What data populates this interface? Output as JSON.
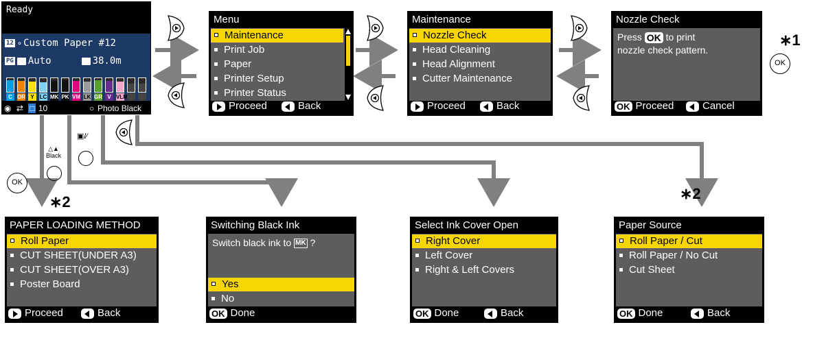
{
  "home": {
    "status": "Ready",
    "media_badge": "12",
    "media_name": "Custom Paper #12",
    "platen_gap_badge": "PG",
    "platen_gap_value": "Auto",
    "remaining_length": "38.0m",
    "ink_labels": [
      "C",
      "OR",
      "Y",
      "LC",
      "MK",
      "PK",
      "VM",
      "LK",
      "GR",
      "V",
      "VLM",
      "",
      ""
    ],
    "ink_colors": [
      "#00a0e9",
      "#f08300",
      "#ffe100",
      "#7fd0f2",
      "#111111",
      "#111111",
      "#e4007f",
      "#9a9a9a",
      "#5aa02c",
      "#6b2c91",
      "#f4a6cb",
      "#444444",
      "#444444"
    ],
    "ink_levels": [
      0.85,
      0.8,
      0.75,
      0.7,
      0.8,
      0.85,
      0.8,
      0.75,
      0.85,
      0.8,
      0.75,
      0.6,
      0.6
    ],
    "footer_count": "10",
    "footer_ink": "Photo Black"
  },
  "screens": {
    "menu": {
      "title": "Menu",
      "items": [
        "Maintenance",
        "Print Job",
        "Paper",
        "Printer Setup",
        "Printer Status"
      ],
      "selected": 0,
      "footer_proceed": "Proceed",
      "footer_back": "Back"
    },
    "maintenance": {
      "title": "Maintenance",
      "items": [
        "Nozzle Check",
        "Head Cleaning",
        "Head Alignment",
        "Cutter Maintenance"
      ],
      "selected": 0,
      "footer_proceed": "Proceed",
      "footer_back": "Back"
    },
    "nozzle_check": {
      "title": "Nozzle Check",
      "line1_before": "Press",
      "line1_key": "OK",
      "line1_after": "to print",
      "line2": "nozzle check pattern.",
      "footer_ok": "OK",
      "footer_proceed": "Proceed",
      "footer_cancel": "Cancel"
    },
    "paper_loading": {
      "title": "PAPER LOADING METHOD",
      "items": [
        "Roll Paper",
        "CUT SHEET(UNDER A3)",
        "CUT SHEET(OVER A3)",
        "Poster Board"
      ],
      "selected": 0,
      "footer_proceed": "Proceed",
      "footer_back": "Back"
    },
    "switch_black": {
      "title": "Switching Black Ink",
      "message_before": "Switch black ink to",
      "message_badge": "MK",
      "message_after": "?",
      "items": [
        "Yes",
        "No"
      ],
      "selected": 0,
      "footer_ok": "OK",
      "footer_done": "Done"
    },
    "ink_cover": {
      "title": "Select Ink Cover Open",
      "items": [
        "Right Cover",
        "Left Cover",
        "Right & Left Covers"
      ],
      "selected": 0,
      "footer_ok": "OK",
      "footer_done": "Done",
      "footer_back": "Back"
    },
    "paper_source": {
      "title": "Paper Source",
      "items": [
        "Roll Paper / Cut",
        "Roll Paper / No Cut",
        "Cut Sheet"
      ],
      "selected": 0,
      "footer_ok": "OK",
      "footer_done": "Done",
      "footer_back": "Back"
    }
  },
  "annotations": {
    "note1": "∗1",
    "note2_left": "∗2",
    "note2_right": "∗2",
    "ok_label": "OK",
    "black_label": "Black"
  },
  "colors": {
    "highlight": "#f7d500",
    "screen_body": "#5d5d5d",
    "home_band": "#1d3966",
    "arrow": "#808080"
  }
}
